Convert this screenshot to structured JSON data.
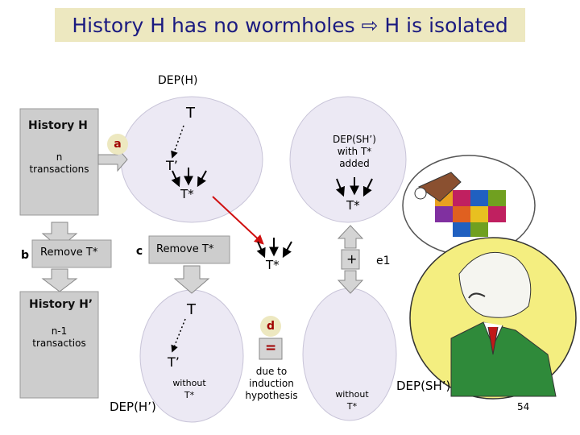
{
  "title": "History H has no wormholes ⇨ H is isolated",
  "labels": {
    "dep_h": "DEP(H)",
    "dep_h_prime": "DEP(H’)",
    "dep_sh_prime_bottom": "DEP(SH’)",
    "dep_sh_prime_top": "DEP(SH’)\nwith T*\nadded",
    "history_h": "History H",
    "n_transactions": "n\ntransactions",
    "remove_t_star_left": "Remove T*",
    "remove_t_star_mid": "Remove T*",
    "history_h_prime": "History H’",
    "n1_transactions": "n-1\ntransactios",
    "t_top": "T",
    "t_prime_top": "T’",
    "t_star_top": "T*",
    "t_star_right": "T*",
    "t_star_mid": "T*",
    "t_bottom": "T",
    "t_prime_bottom": "T’",
    "without_t_star_left": "without\nT*",
    "without_t_star_right": "without\nT*",
    "plus": "+",
    "e1": "e1",
    "equals": "=",
    "due_to": "due to\ninduction\nhypothesis",
    "page_number": "54"
  },
  "step_labels": {
    "a": "a",
    "b": "b",
    "c": "c",
    "d": "d"
  },
  "colors": {
    "title_bg": "#ede8c0",
    "title_text": "#1a1a80",
    "ellipse_fill": "#ece9f4",
    "gray_box": "#cdcdcd",
    "arrow_fill": "#d4d4d4",
    "red_arrow": "#d01010",
    "step_label_text": "#a00000"
  }
}
